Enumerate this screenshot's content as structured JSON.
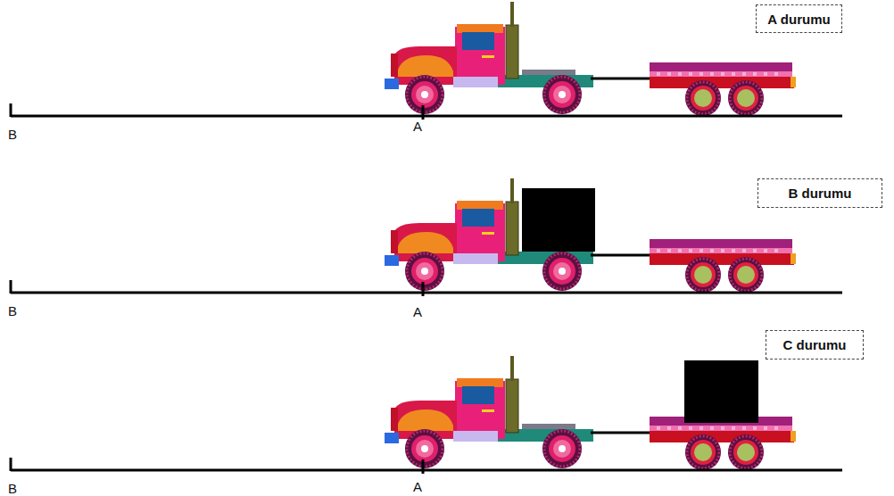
{
  "diagram": {
    "nodes": [
      {
        "text": [
          "A durumu"
        ]
      },
      {
        "text": [
          "B durumu"
        ]
      },
      {
        "text": [
          "C durumu"
        ]
      }
    ],
    "labels": [
      "B",
      "A",
      "B",
      "A",
      "B",
      "A"
    ]
  }
}
